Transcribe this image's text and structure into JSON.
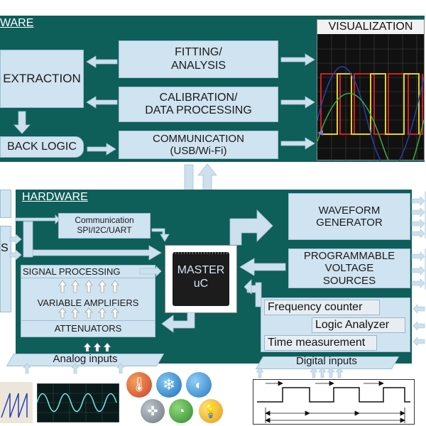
{
  "software": {
    "title": "WARE",
    "extraction": "EXTRACTION",
    "fitting": "FITTING/\nANALYSIS",
    "calibration": "CALIBRATION/\nDATA PROCESSING",
    "communication": "COMMUNICATION\n(USB/Wi-Fi)",
    "feedback": "BACK LOGIC",
    "visualization": "VISUALIZATION"
  },
  "hardware": {
    "title": "HARDWARE",
    "left_label": "S",
    "comm_bus": "Communication\nSPI/I2C/UART",
    "master": "MASTER\nuC",
    "waveform": "WAVEFORM\nGENERATOR",
    "voltage": "PROGRAMMABLE\nVOLTAGE\nSOURCES",
    "signal_processing": "SIGNAL PROCESSING",
    "amplifiers": "VARIABLE  AMPLIFIERS",
    "attenuators": "ATTENUATORS",
    "frequency_counter": "Frequency counter",
    "logic_analyzer": "Logic Analyzer",
    "time_measurement": "Time measurement",
    "analog_inputs": "Analog inputs",
    "digital_inputs": "Digital inputs"
  },
  "colors": {
    "panel": "#0e5e5a",
    "box": "#cfe3f0",
    "arrow": "#cde0ee",
    "scope_bg": "#111111",
    "trace_red": "#d02020",
    "trace_yellow": "#e6d21a",
    "trace_green": "#3cb040",
    "trace_blue": "#2a3fb0"
  },
  "icons": [
    "thermometer-icon",
    "snowflake-icon",
    "light-sensor-icon",
    "compass-icon",
    "gauge-icon",
    "bulb-icon"
  ]
}
